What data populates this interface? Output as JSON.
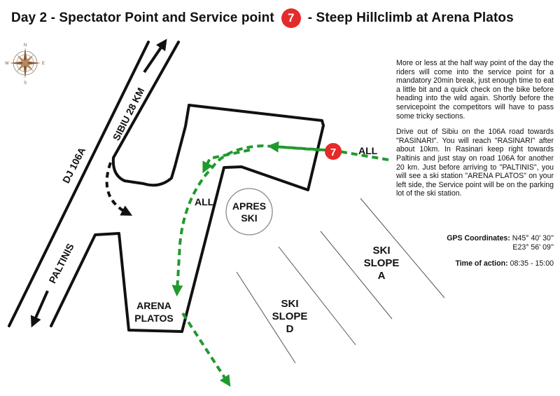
{
  "title": {
    "left": "Day 2 - Spectator Point and Service point",
    "badge": "7",
    "right": "- Steep Hillclimb at Arena Platos"
  },
  "description": {
    "p1": "More or less at the half way point of the day the riders will come into the service point for a mandatory 20min break, just enough time to eat a little bit and a quick check on the bike before heading into the wild again. Shortly before the servicepoint the competitors will have to pass some tricky sections.",
    "p2": "Drive out of Sibiu on the 106A road towards \"RASINARI\". You will reach \"RASINARI\" after about 10km. In Rasinari keep right towards Paltinis and just stay on road 106A for another 20 km. Just before arriving to \"PALTINIS\", you will see a ski station \"ARENA PLATOS\" on your left side, the Service point will be on the parking lot of the ski station."
  },
  "gps": {
    "label": "GPS Coordinates:",
    "lat": "N45° 40' 30''",
    "lon": "E23° 56' 09''"
  },
  "time": {
    "label": "Time of action:",
    "value": "08:35 - 15:00"
  },
  "map": {
    "road_label": "DJ 106A",
    "sibiu_label": "SIBIU 28 KM",
    "paltinis_label": "PALTINIS",
    "all_right": "ALL",
    "all_left": "ALL",
    "service_number": "7",
    "apres": {
      "line1": "APRES",
      "line2": "SKI"
    },
    "arena": {
      "line1": "ARENA",
      "line2": "PLATOS"
    },
    "slope_a": {
      "line1": "SKI",
      "line2": "SLOPE",
      "line3": "A"
    },
    "slope_d": {
      "line1": "SKI",
      "line2": "SLOPE",
      "line3": "D"
    },
    "compass": {
      "n": "N",
      "s": "S",
      "e": "E",
      "w": "W"
    },
    "route_color": "#1f9a2e",
    "marker_color": "#e52a2a"
  }
}
